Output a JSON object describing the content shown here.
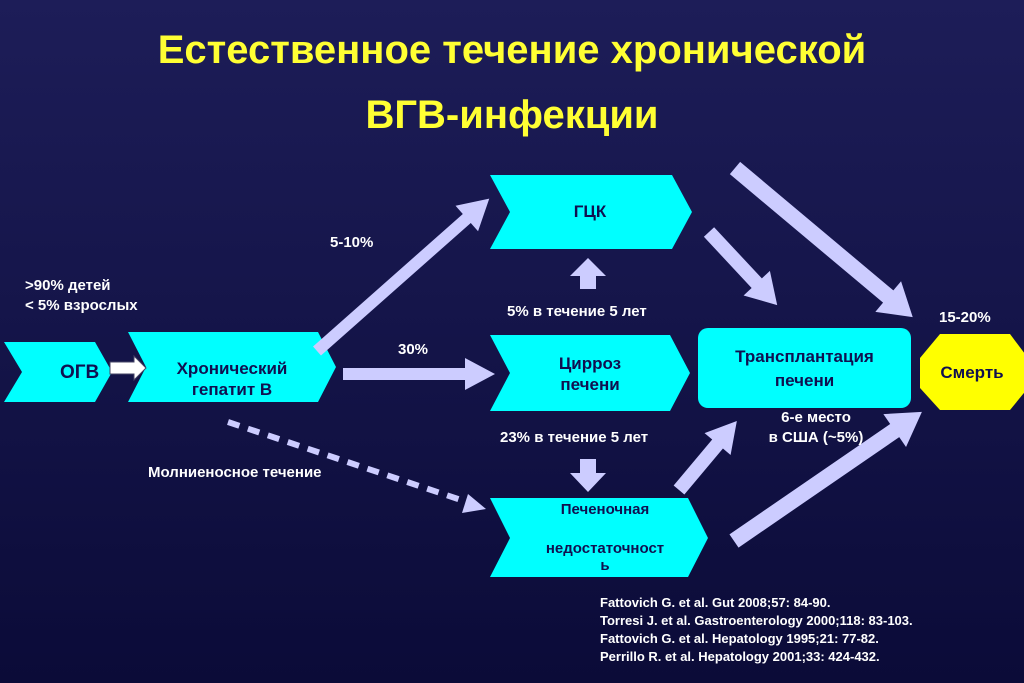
{
  "title": {
    "line1": "Естественное течение хронической",
    "line2": "ВГВ-инфекции"
  },
  "nodes": {
    "ogv": "ОГВ",
    "chronic_hepatitis": [
      "Хронический",
      "гепатит В"
    ],
    "hcc": "ГЦК",
    "cirrhosis": [
      "Цирроз",
      "печени"
    ],
    "liver_failure": [
      "Печеночная",
      "недостаточност",
      "ь"
    ],
    "transplant": [
      "Трансплантация",
      "печени"
    ],
    "death": "Смерть"
  },
  "labels": {
    "children_adults": [
      ">90% детей",
      "< 5% взрослых"
    ],
    "to_hcc": "5-10%",
    "to_cirrhosis": "30%",
    "cirrhosis_to_hcc": "5% в течение 5 лет",
    "cirrhosis_to_failure": "23% в течение 5 лет",
    "fulminant": "Молниеносное течение",
    "death_pct": "15-20%",
    "transplant_rank": [
      "6-е место",
      "в США (~5%)"
    ]
  },
  "references": [
    "Fattovich G. et al. Gut 2008;57: 84-90.",
    "Torresi J. et al. Gastroenterology 2000;118: 83-103.",
    "Fattovich G. et al. Hepatology 1995;21: 77-82.",
    "Perrillo R. et al. Hepatology 2001;33: 424-432."
  ],
  "colors": {
    "background": "#15154a",
    "title": "#ffff33",
    "node_fill": "#00ffff",
    "node_text": "#101050",
    "death_fill": "#ffff00",
    "arrow": "#ccccff"
  }
}
